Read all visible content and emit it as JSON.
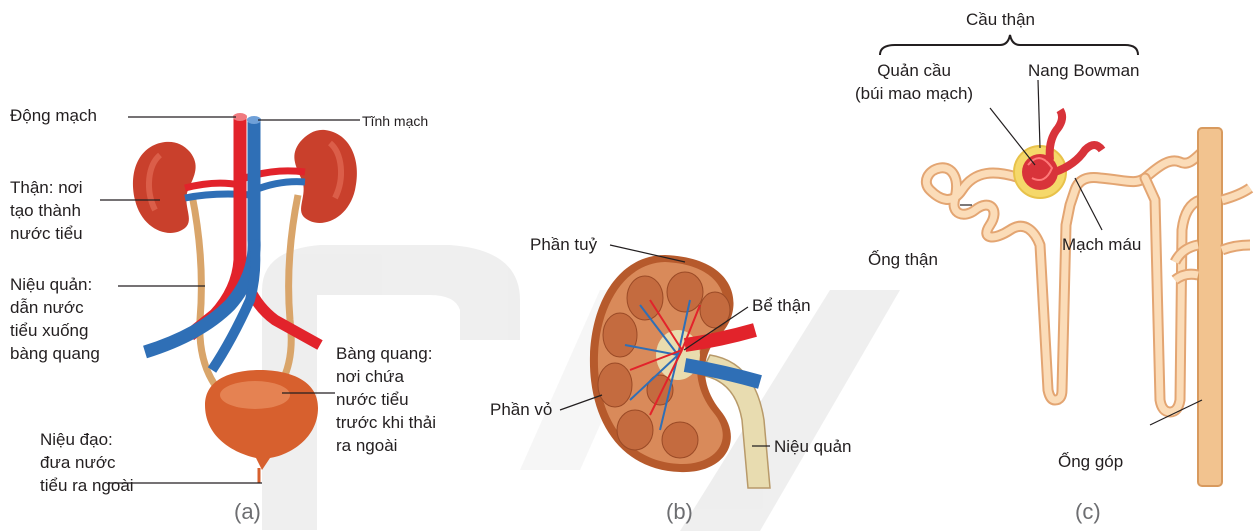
{
  "panel_a": {
    "caption": "(a)",
    "dong_mach": "Động mạch",
    "tinh_mach": "Tĩnh mạch",
    "than": [
      "Thận: nơi",
      "tạo thành",
      "nước tiểu"
    ],
    "nieu_quan": [
      "Niệu quản:",
      "dẫn nước",
      "tiểu xuống",
      "bàng quang"
    ],
    "bang_quang": [
      "Bàng quang:",
      "nơi chứa",
      "nước tiểu",
      "trước khi thải",
      "ra ngoài"
    ],
    "nieu_dao": [
      "Niệu đạo:",
      "đưa nước",
      "tiểu ra ngoài"
    ]
  },
  "panel_b": {
    "caption": "(b)",
    "phan_tuy": "Phần tuỷ",
    "be_than": "Bể thận",
    "phan_vo": "Phần vỏ",
    "nieu_quan": "Niệu quản"
  },
  "panel_c": {
    "caption": "(c)",
    "cau_than": "Cầu thận",
    "quan_cau": [
      "Quản cầu",
      "(búi mao mạch)"
    ],
    "nang_bowman": "Nang Bowman",
    "ong_than": "Ống thận",
    "mach_mau": "Mạch máu",
    "ong_gop": "Ống góp"
  },
  "colors": {
    "artery": "#e2232b",
    "vein": "#2f6fb6",
    "kidney": "#c9402c",
    "ureter": "#d9a56a",
    "bladder": "#d7602e",
    "tubule": "#f4c998",
    "watermark": "#ececec"
  }
}
